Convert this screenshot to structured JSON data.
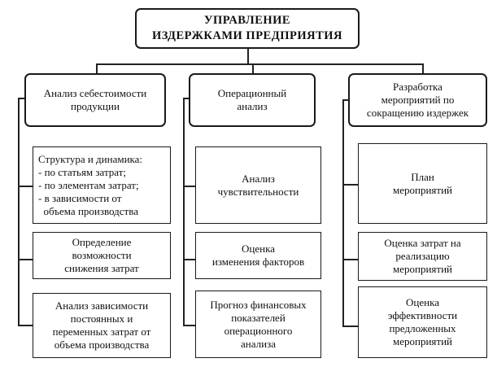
{
  "title": [
    "УПРАВЛЕНИЕ",
    "ИЗДЕРЖКАМИ ПРЕДПРИЯТИЯ"
  ],
  "columns": [
    {
      "header": [
        "Анализ себестоимости",
        "продукции"
      ],
      "items": [
        [
          "Структура и динамика:",
          "- по статьям затрат;",
          "- по элементам затрат;",
          "- в зависимости от",
          "  объема производства"
        ],
        [
          "Определение",
          "возможности",
          "снижения затрат"
        ],
        [
          "Анализ зависимости",
          "постоянных и",
          "переменных затрат от",
          "объема производства"
        ]
      ]
    },
    {
      "header": [
        "Операционный",
        "анализ"
      ],
      "items": [
        [
          "Анализ",
          "чувствительности"
        ],
        [
          "Оценка",
          "изменения факторов"
        ],
        [
          "Прогноз финансовых",
          "показателей",
          "операционного",
          "анализа"
        ]
      ]
    },
    {
      "header": [
        "Разработка",
        "мероприятий по",
        "сокращению издержек"
      ],
      "items": [
        [
          "План",
          "мероприятий"
        ],
        [
          "Оценка затрат на",
          "реализацию",
          "мероприятий"
        ],
        [
          "Оценка",
          "эффективности",
          "предложенных",
          "мероприятий"
        ]
      ]
    }
  ]
}
